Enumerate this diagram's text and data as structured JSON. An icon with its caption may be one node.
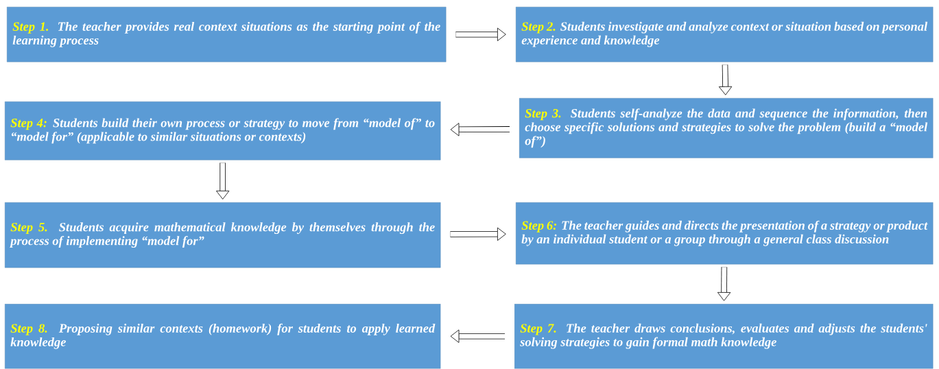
{
  "diagram": {
    "nodes": [
      {
        "text": [
          "Step 1.",
          "The teacher provides real context situations as the starting point of the learning process"
        ]
      },
      {
        "text": [
          "Step 2.",
          "Students investigate and analyze context or situation based on personal experience and knowledge"
        ]
      },
      {
        "text": [
          "Step 3.",
          "Students self-analyze the data and sequence the information, then choose specific solutions and strategies to solve the problem (build a “model of”)"
        ]
      },
      {
        "text": [
          "Step 4:",
          "Students build their own process or strategy to move from “model of” to “model for” (applicable to similar situations or contexts)"
        ]
      },
      {
        "text": [
          "Step 5.",
          "Students acquire mathematical knowledge by themselves through the process of implementing “model for”"
        ]
      },
      {
        "text": [
          "Step 6:",
          "The teacher guides and directs the presentation of a strategy or product by an individual student or a group through a general class discussion"
        ]
      },
      {
        "text": [
          "Step 7.",
          "The teacher draws conclusions, evaluates and adjusts the students' solving strategies to gain formal math knowledge"
        ]
      },
      {
        "text": [
          "Step 8.",
          "Proposing similar contexts (homework) for students to apply learned knowledge"
        ]
      }
    ],
    "edges": [
      {
        "from": 0,
        "to": 1,
        "arrow": "to"
      },
      {
        "from": 1,
        "to": 2,
        "arrow": "to"
      },
      {
        "from": 2,
        "to": 3,
        "arrow": "to"
      },
      {
        "from": 3,
        "to": 4,
        "arrow": "to"
      },
      {
        "from": 4,
        "to": 5,
        "arrow": "to"
      },
      {
        "from": 5,
        "to": 6,
        "arrow": "to"
      },
      {
        "from": 6,
        "to": 7,
        "arrow": "to"
      }
    ]
  }
}
